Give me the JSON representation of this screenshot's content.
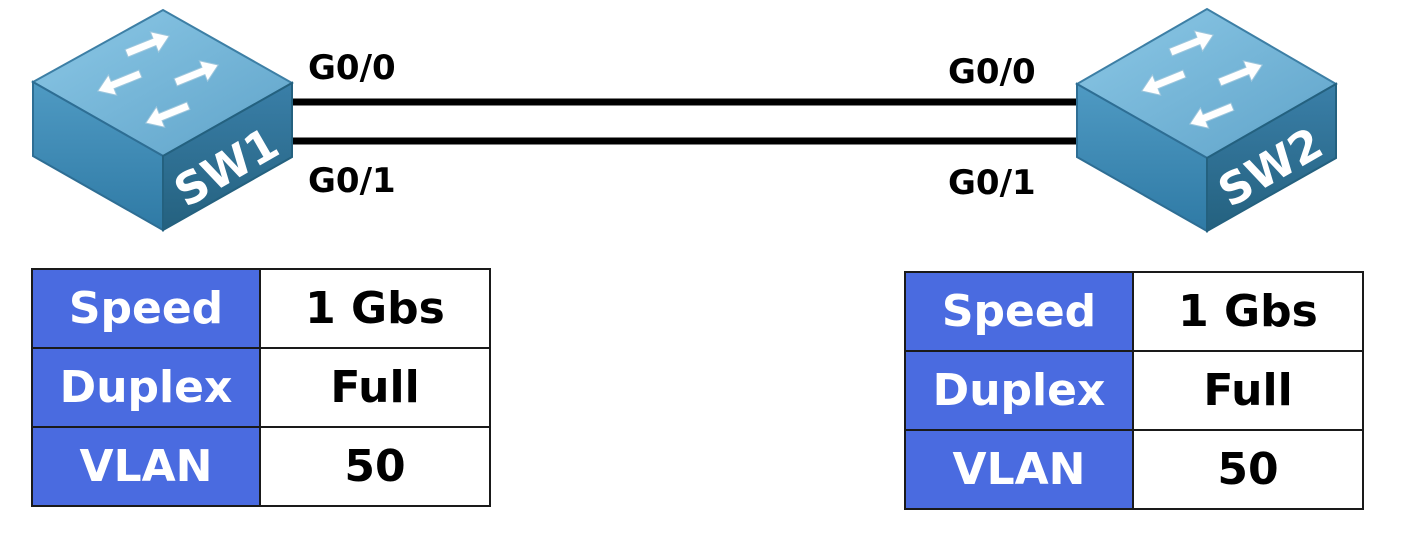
{
  "switches": [
    {
      "label": "SW1",
      "ports": [
        "G0/0",
        "G0/1"
      ]
    },
    {
      "label": "SW2",
      "ports": [
        "G0/0",
        "G0/1"
      ]
    }
  ],
  "tables": [
    {
      "rows": [
        {
          "key": "Speed",
          "value": "1 Gbs"
        },
        {
          "key": "Duplex",
          "value": "Full"
        },
        {
          "key": "VLAN",
          "value": "50"
        }
      ]
    },
    {
      "rows": [
        {
          "key": "Speed",
          "value": "1 Gbs"
        },
        {
          "key": "Duplex",
          "value": "Full"
        },
        {
          "key": "VLAN",
          "value": "50"
        }
      ]
    }
  ],
  "colors": {
    "switch_top": "#6fb3d6",
    "switch_front": "#3f8ab4",
    "switch_side": "#2b6a90",
    "table_key_bg": "#4a6be0",
    "link": "#000000"
  }
}
